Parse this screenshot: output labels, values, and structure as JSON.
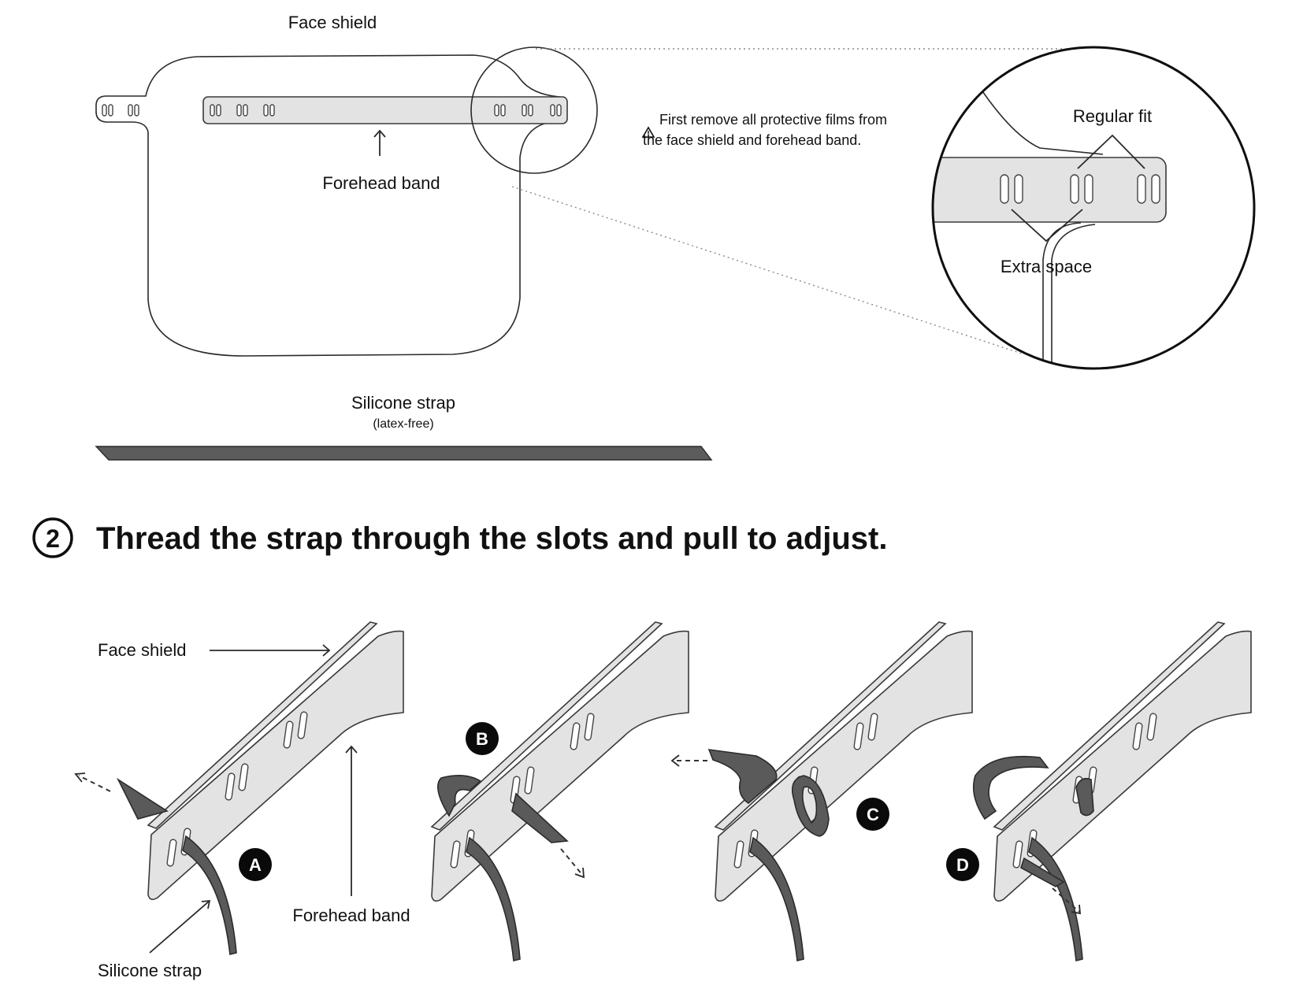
{
  "overview": {
    "face_shield_label": "Face shield",
    "forehead_band_label": "Forehead band",
    "warning_icon": "warning-triangle-icon",
    "warning_line1": "First remove all protective films from",
    "warning_line2": "the face shield and forehead band.",
    "regular_fit_label": "Regular fit",
    "extra_space_label": "Extra space",
    "silicone_strap_label": "Silicone strap",
    "silicone_strap_note": "(latex-free)"
  },
  "step": {
    "number": "2",
    "title": "Thread the strap through the slots and pull to adjust."
  },
  "panels": {
    "face_shield_label": "Face shield",
    "forehead_band_label": "Forehead band",
    "silicone_strap_label": "Silicone strap",
    "badges": [
      "A",
      "B",
      "C",
      "D"
    ]
  }
}
